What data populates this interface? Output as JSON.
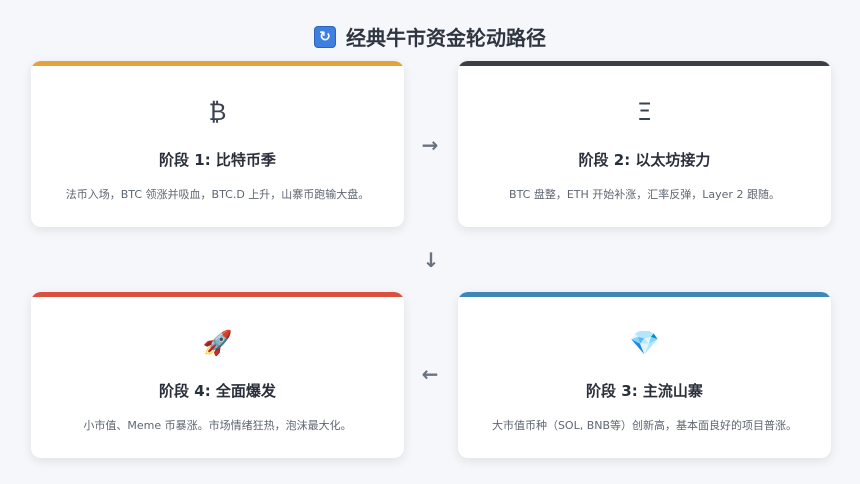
{
  "title": {
    "icon": "refresh-icon",
    "icon_glyph": "↻",
    "text": "经典牛市资金轮动路径"
  },
  "stages": [
    {
      "icon": "bitcoin-icon",
      "icon_glyph": "₿",
      "title": "阶段 1: 比特币季",
      "desc": "法币入场，BTC 领涨并吸血，BTC.D 上升，山寨币跑输大盘。",
      "color": "#e8a13a"
    },
    {
      "icon": "ethereum-icon",
      "icon_glyph": "Ξ",
      "title": "阶段 2: 以太坊接力",
      "desc": "BTC 盘整，ETH 开始补涨，汇率反弹，Layer 2 跟随。",
      "color": "#3b3f46"
    },
    {
      "icon": "gem-icon",
      "icon_glyph": "💎",
      "title": "阶段 3: 主流山寨",
      "desc": "大市值币种（SOL, BNB等）创新高，基本面良好的项目普涨。",
      "color": "#3f86b8"
    },
    {
      "icon": "rocket-icon",
      "icon_glyph": "🚀",
      "title": "阶段 4: 全面爆发",
      "desc": "小市值、Meme 币暴涨。市场情绪狂热，泡沫最大化。",
      "color": "#d9503f"
    }
  ],
  "arrows": {
    "right": "→",
    "down": "↓",
    "left": "←"
  }
}
